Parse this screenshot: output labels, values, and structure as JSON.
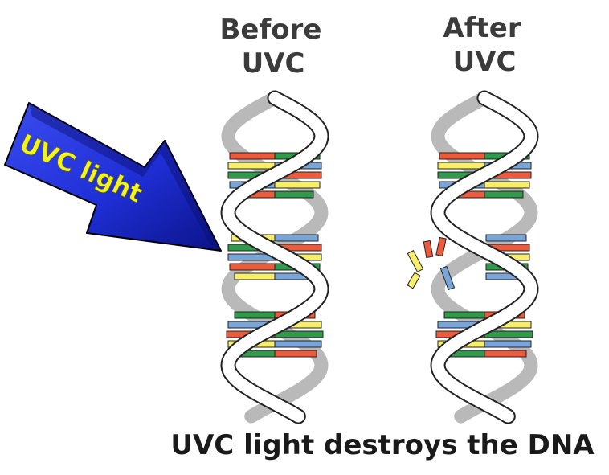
{
  "labels": {
    "before": [
      "Before",
      "UVC"
    ],
    "after": [
      "After",
      "UVC"
    ],
    "arrow": "UVC light",
    "caption": "UVC light destroys the DNA"
  },
  "colors": {
    "arrow_blue": "#1f2fd6",
    "arrow_dark": "#0a0f6e",
    "arrow_text": "#f4f41a",
    "strand": "#b9b9b9",
    "base_red": "#ee5a3c",
    "base_yellow": "#f7ef6a",
    "base_green": "#2e9a4a",
    "base_blue": "#7aa5d8",
    "title_text": "#3b3b3b",
    "caption_text": "#1a1a1a"
  },
  "icons": {
    "arrow": "arrow-right-down-icon",
    "dna": "dna-helix-icon"
  }
}
